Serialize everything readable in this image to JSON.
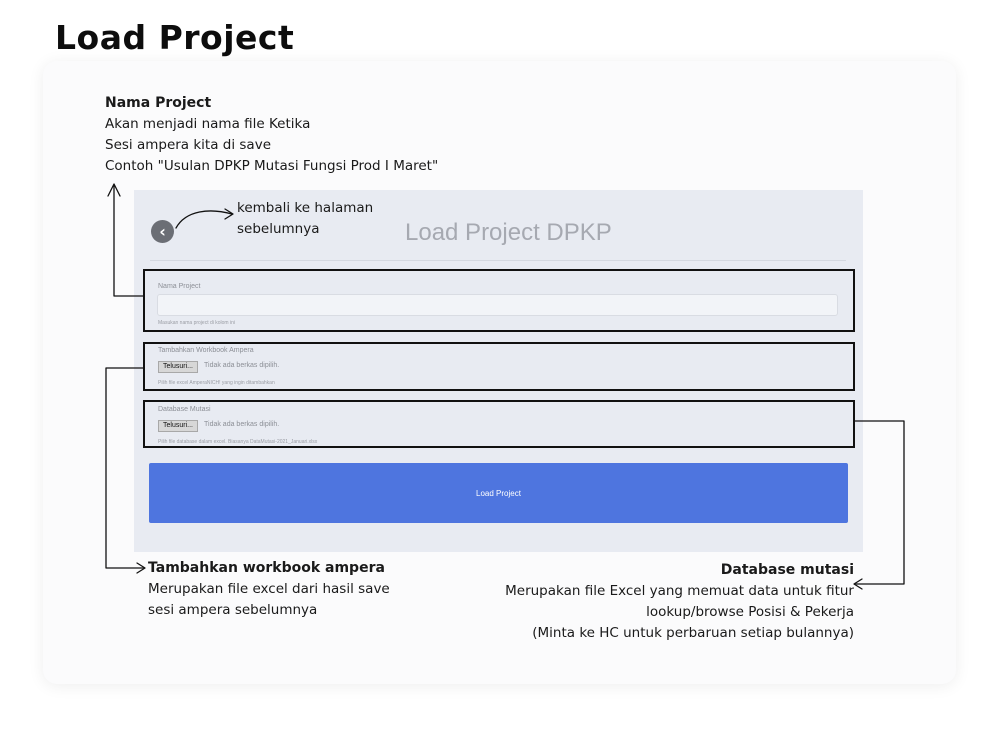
{
  "page": {
    "title": "Load Project"
  },
  "notes": {
    "nama_project": {
      "heading": "Nama Project",
      "lines": [
        "Akan menjadi nama file Ketika",
        "Sesi ampera  kita di save",
        "Contoh \"Usulan DPKP Mutasi Fungsi Prod I Maret\""
      ]
    },
    "back": {
      "lines": [
        "kembali ke halaman",
        "sebelumnya"
      ]
    },
    "workbook": {
      "heading": "Tambahkan workbook ampera",
      "lines": [
        "Merupakan file excel dari hasil save",
        "sesi ampera sebelumnya"
      ]
    },
    "database": {
      "heading": "Database mutasi",
      "lines": [
        "Merupakan file Excel yang memuat data untuk fitur",
        "lookup/browse Posisi & Pekerja",
        "(Minta ke HC untuk perbaruan setiap bulannya)"
      ]
    }
  },
  "form": {
    "title": "Load Project DPKP",
    "back_icon": "chevron-left-icon",
    "project_name": {
      "label": "Nama Project",
      "value": "",
      "help": "Masukan nama project di kolom ini"
    },
    "workbook": {
      "label": "Tambahkan Workbook Ampera",
      "button": "Telusuri...",
      "status": "Tidak ada berkas dipilih.",
      "help": "Pilih file excel AmperaNICH! yang ingin ditambahkan"
    },
    "database": {
      "label": "Database Mutasi",
      "button": "Telusuri...",
      "status": "Tidak ada berkas dipilih.",
      "help": "Pilih file database dalam excel. Biasanya DataMutasi-2021_Januari.xlsx"
    },
    "submit": "Load Project"
  },
  "colors": {
    "accent": "#4e75df",
    "panel": "#e8ebf2",
    "annotation_border": "#111111"
  }
}
